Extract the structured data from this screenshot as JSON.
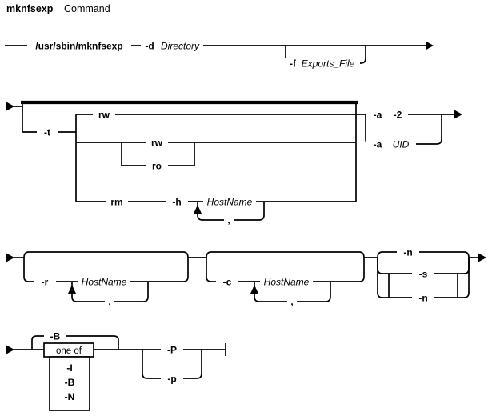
{
  "title": {
    "name": "mknfsexp",
    "label": "Command"
  },
  "diagram": {
    "row1": {
      "command_path": "/usr/sbin/mknfsexp",
      "d_flag": "-d",
      "directory_param": "Directory",
      "f_flag": "-f",
      "exports_file_param": "Exports_File"
    },
    "row2": {
      "t_flag": "-t",
      "rw_default": "rw",
      "rw_option": "rw",
      "ro_option": "ro",
      "rm_option": "rm",
      "h_flag": "-h",
      "hostname_param": "HostName",
      "comma": ",",
      "a_flag_default": "-a",
      "a_default_value": "-2",
      "a_flag": "-a",
      "uid_param": "UID"
    },
    "row3": {
      "r_flag": "-r",
      "r_hostname_param": "HostName",
      "r_comma": ",",
      "c_flag": "-c",
      "c_hostname_param": "HostName",
      "c_comma": ",",
      "n_default": "-n",
      "s_option": "-s",
      "n_option": "-n"
    },
    "row4": {
      "b_default": "-B",
      "one_of_label": "one of",
      "options": [
        "-I",
        "-B",
        "-N"
      ],
      "p_upper": "-P",
      "p_lower": "-p"
    }
  }
}
